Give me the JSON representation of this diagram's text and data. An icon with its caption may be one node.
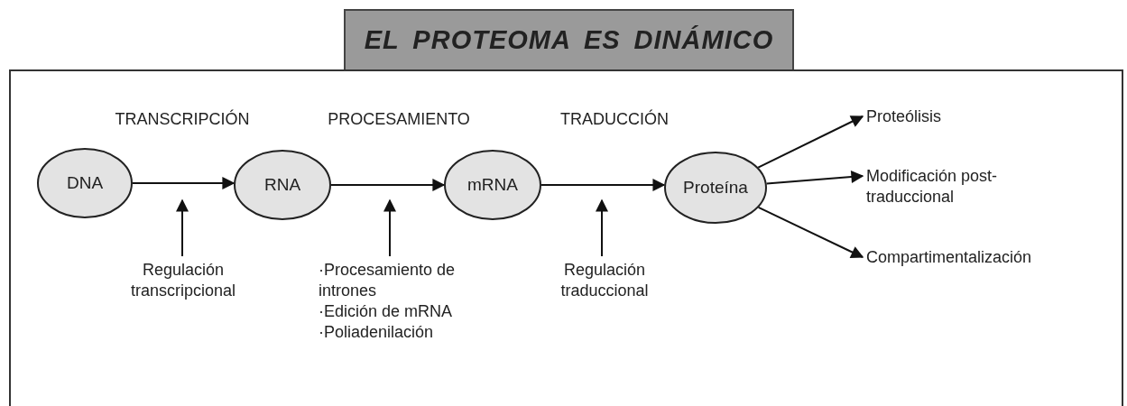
{
  "diagram": {
    "title": "EL PROTEOMA ES DINÁMICO",
    "nodes": [
      {
        "text": [
          "DNA"
        ]
      },
      {
        "text": [
          "RNA"
        ]
      },
      {
        "text": [
          "mRNA"
        ]
      },
      {
        "text": [
          "Proteína"
        ]
      },
      {
        "text": [
          "Regulación transcripcional"
        ]
      },
      {
        "text": [
          "·Procesamiento de intrones",
          "·Edición de mRNA",
          "·Poliadenilación"
        ]
      },
      {
        "text": [
          "Regulación traduccional"
        ]
      },
      {
        "text": [
          "Proteólisis"
        ]
      },
      {
        "text": [
          "Modificación post-traduccional"
        ]
      },
      {
        "text": [
          "Compartimentalización"
        ]
      }
    ],
    "edges": [
      {
        "from": 0,
        "to": 1,
        "arrow": "to",
        "label": "TRANSCRIPCIÓN"
      },
      {
        "from": 1,
        "to": 2,
        "arrow": "to",
        "label": "PROCESAMIENTO"
      },
      {
        "from": 2,
        "to": 3,
        "arrow": "to",
        "label": "TRADUCCIÓN"
      },
      {
        "from": 4,
        "to": null,
        "arrow": "to"
      },
      {
        "from": 5,
        "to": null,
        "arrow": "to"
      },
      {
        "from": 6,
        "to": null,
        "arrow": "to"
      },
      {
        "from": 3,
        "to": 7,
        "arrow": "to"
      },
      {
        "from": 3,
        "to": 8,
        "arrow": "to"
      },
      {
        "from": 3,
        "to": 9,
        "arrow": "to"
      }
    ]
  }
}
